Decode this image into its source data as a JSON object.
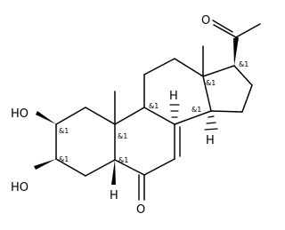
{
  "atom_labels": {
    "o_ketone_top": "O",
    "o_ketone_bottom": "O",
    "oh_top": "HO",
    "oh_bottom": "HO",
    "h_c8": "H",
    "h_c14": "H",
    "h_c5": "H"
  },
  "stereo_label": "&1",
  "colors": {
    "bond": "#000000",
    "background": "#ffffff"
  }
}
